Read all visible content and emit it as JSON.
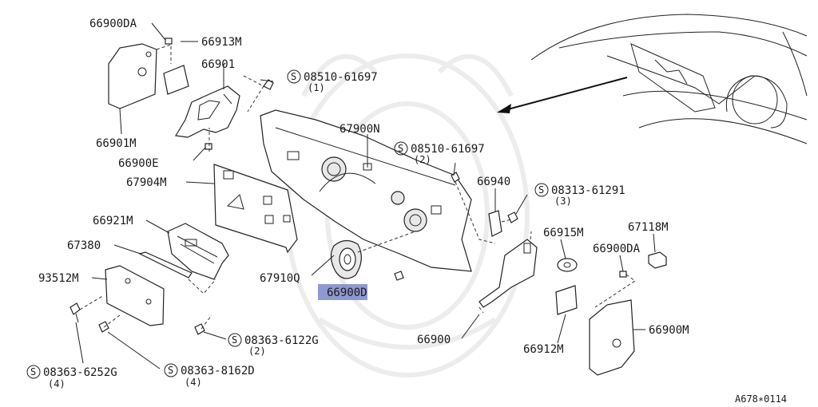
{
  "labels": {
    "p66900DA_top": "66900DA",
    "p66913M": "66913M",
    "p66901": "66901",
    "p66901M": "66901M",
    "p66900E": "66900E",
    "p67904M": "67904M",
    "p66921M": "66921M",
    "p67380": "67380",
    "p93512M": "93512M",
    "p67900N": "67900N",
    "p67910Q": "67910Q",
    "p66900D": "66900D",
    "p66940": "66940",
    "p66915M": "66915M",
    "p67118M": "67118M",
    "p66900DA_right": "66900DA",
    "p66900M": "66900M",
    "p66912M": "66912M",
    "p66900": "66900"
  },
  "screws": {
    "s1": {
      "code": "08510-61697",
      "qty": "(1)"
    },
    "s2": {
      "code": "08510-61697",
      "qty": "(2)"
    },
    "s3": {
      "code": "08313-61291",
      "qty": "(3)"
    },
    "s4": {
      "code": "08363-6122G",
      "qty": "(2)"
    },
    "s5": {
      "code": "08363-6252G",
      "qty": "(4)"
    },
    "s6": {
      "code": "08363-8162D",
      "qty": "(4)"
    }
  },
  "screw_symbol": "S",
  "footer_code": "A678∗0114",
  "highlight_color": "#7d86c9"
}
